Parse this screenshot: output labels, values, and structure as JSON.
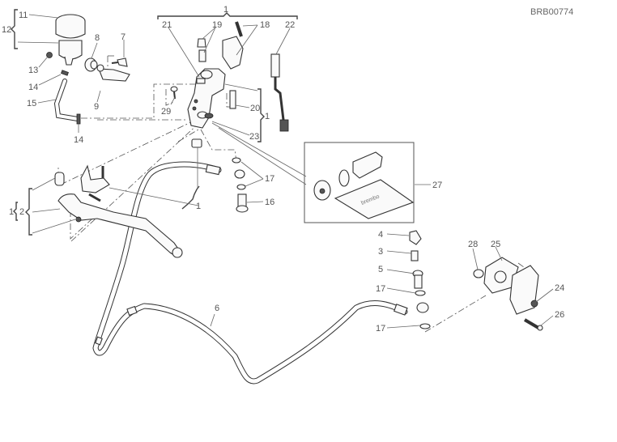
{
  "diagram": {
    "code": "BRB00774",
    "title": "Clutch master cylinder exploded view",
    "callouts": {
      "c1_top": "1",
      "c1_right": "1",
      "c1_mid": "1",
      "c1_left": "1",
      "c2": "2",
      "c3": "3",
      "c4": "4",
      "c5": "5",
      "c6": "6",
      "c7": "7",
      "c8": "8",
      "c9": "9",
      "c11": "11",
      "c12": "12",
      "c13": "13",
      "c14a": "14",
      "c14b": "14",
      "c15": "15",
      "c16": "16",
      "c17a": "17",
      "c17b": "17",
      "c17c": "17",
      "c18": "18",
      "c19": "19",
      "c20": "20",
      "c21": "21",
      "c22": "22",
      "c23": "23",
      "c24": "24",
      "c25": "25",
      "c26": "26",
      "c27": "27",
      "c28": "28",
      "c29": "29"
    },
    "kit_brand": "brembo"
  }
}
